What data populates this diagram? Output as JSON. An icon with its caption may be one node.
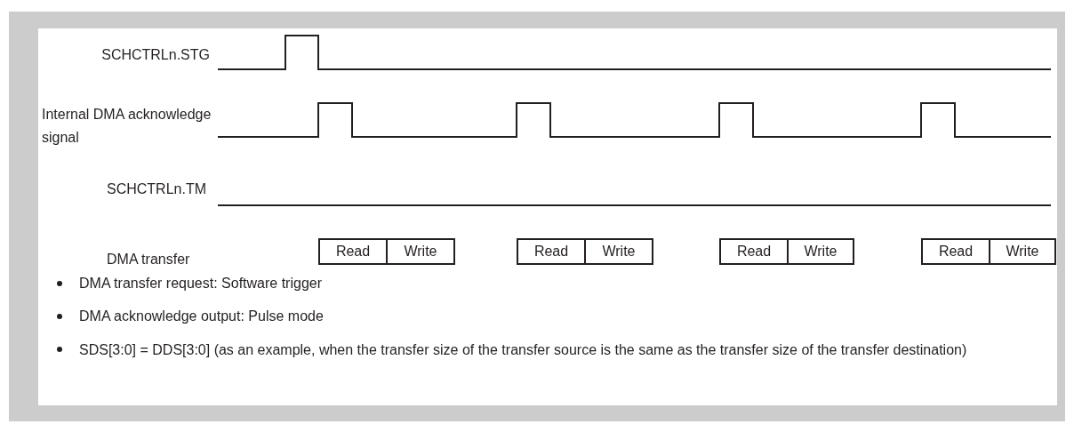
{
  "diagram": {
    "nodes": [
      {
        "text": [
          "Read"
        ]
      },
      {
        "text": [
          "Write"
        ]
      },
      {
        "text": [
          "Read"
        ]
      },
      {
        "text": [
          "Write"
        ]
      },
      {
        "text": [
          "Read"
        ]
      },
      {
        "text": [
          "Write"
        ]
      },
      {
        "text": [
          "Read"
        ]
      },
      {
        "text": [
          "Write"
        ]
      }
    ],
    "labels": [
      "SCHCTRLn.STG",
      "Internal DMA acknowledge signal",
      "SCHCTRLn.TM",
      "DMA transfer",
      "DMA transfer request: Software trigger",
      "DMA acknowledge output: Pulse mode",
      "SDS[3:0] = DDS[3:0] (as an example, when the transfer size of the transfer source is the same as the transfer size of the transfer destination)"
    ]
  }
}
